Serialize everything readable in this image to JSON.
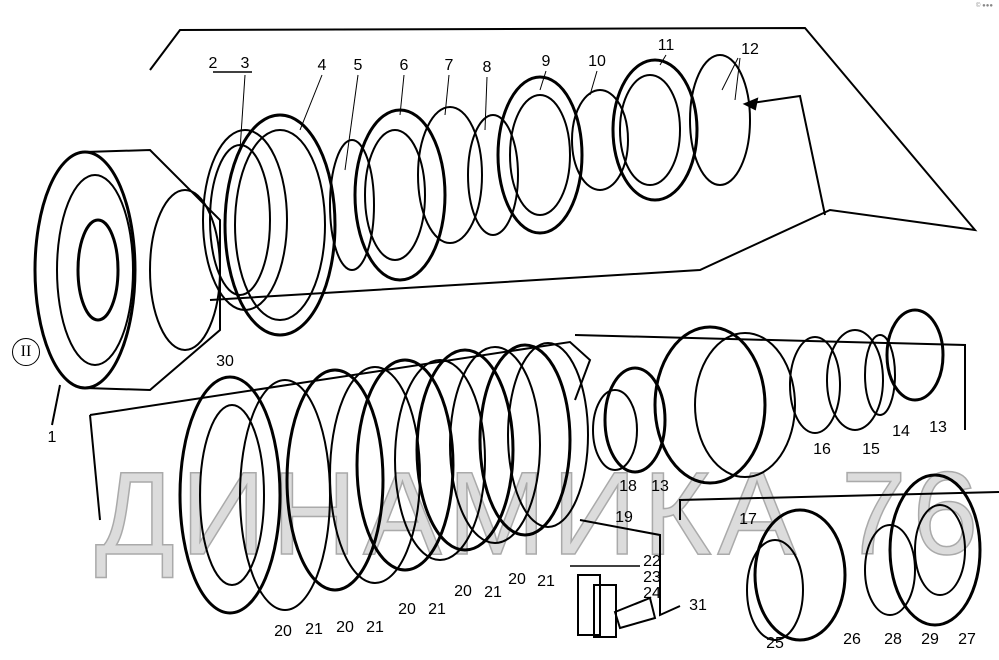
{
  "diagram": {
    "watermark": "ДИНАМИКА 76",
    "corner_mark": "© ●●●",
    "group_marker": "II",
    "labels": [
      "1",
      "2",
      "3",
      "4",
      "5",
      "6",
      "7",
      "8",
      "9",
      "10",
      "11",
      "12",
      "13",
      "14",
      "15",
      "16",
      "17",
      "18",
      "13",
      "19",
      "20",
      "21",
      "20",
      "21",
      "20",
      "21",
      "20",
      "21",
      "20",
      "21",
      "22",
      "23",
      "24",
      "25",
      "26",
      "27",
      "28",
      "29",
      "30",
      "31"
    ]
  }
}
